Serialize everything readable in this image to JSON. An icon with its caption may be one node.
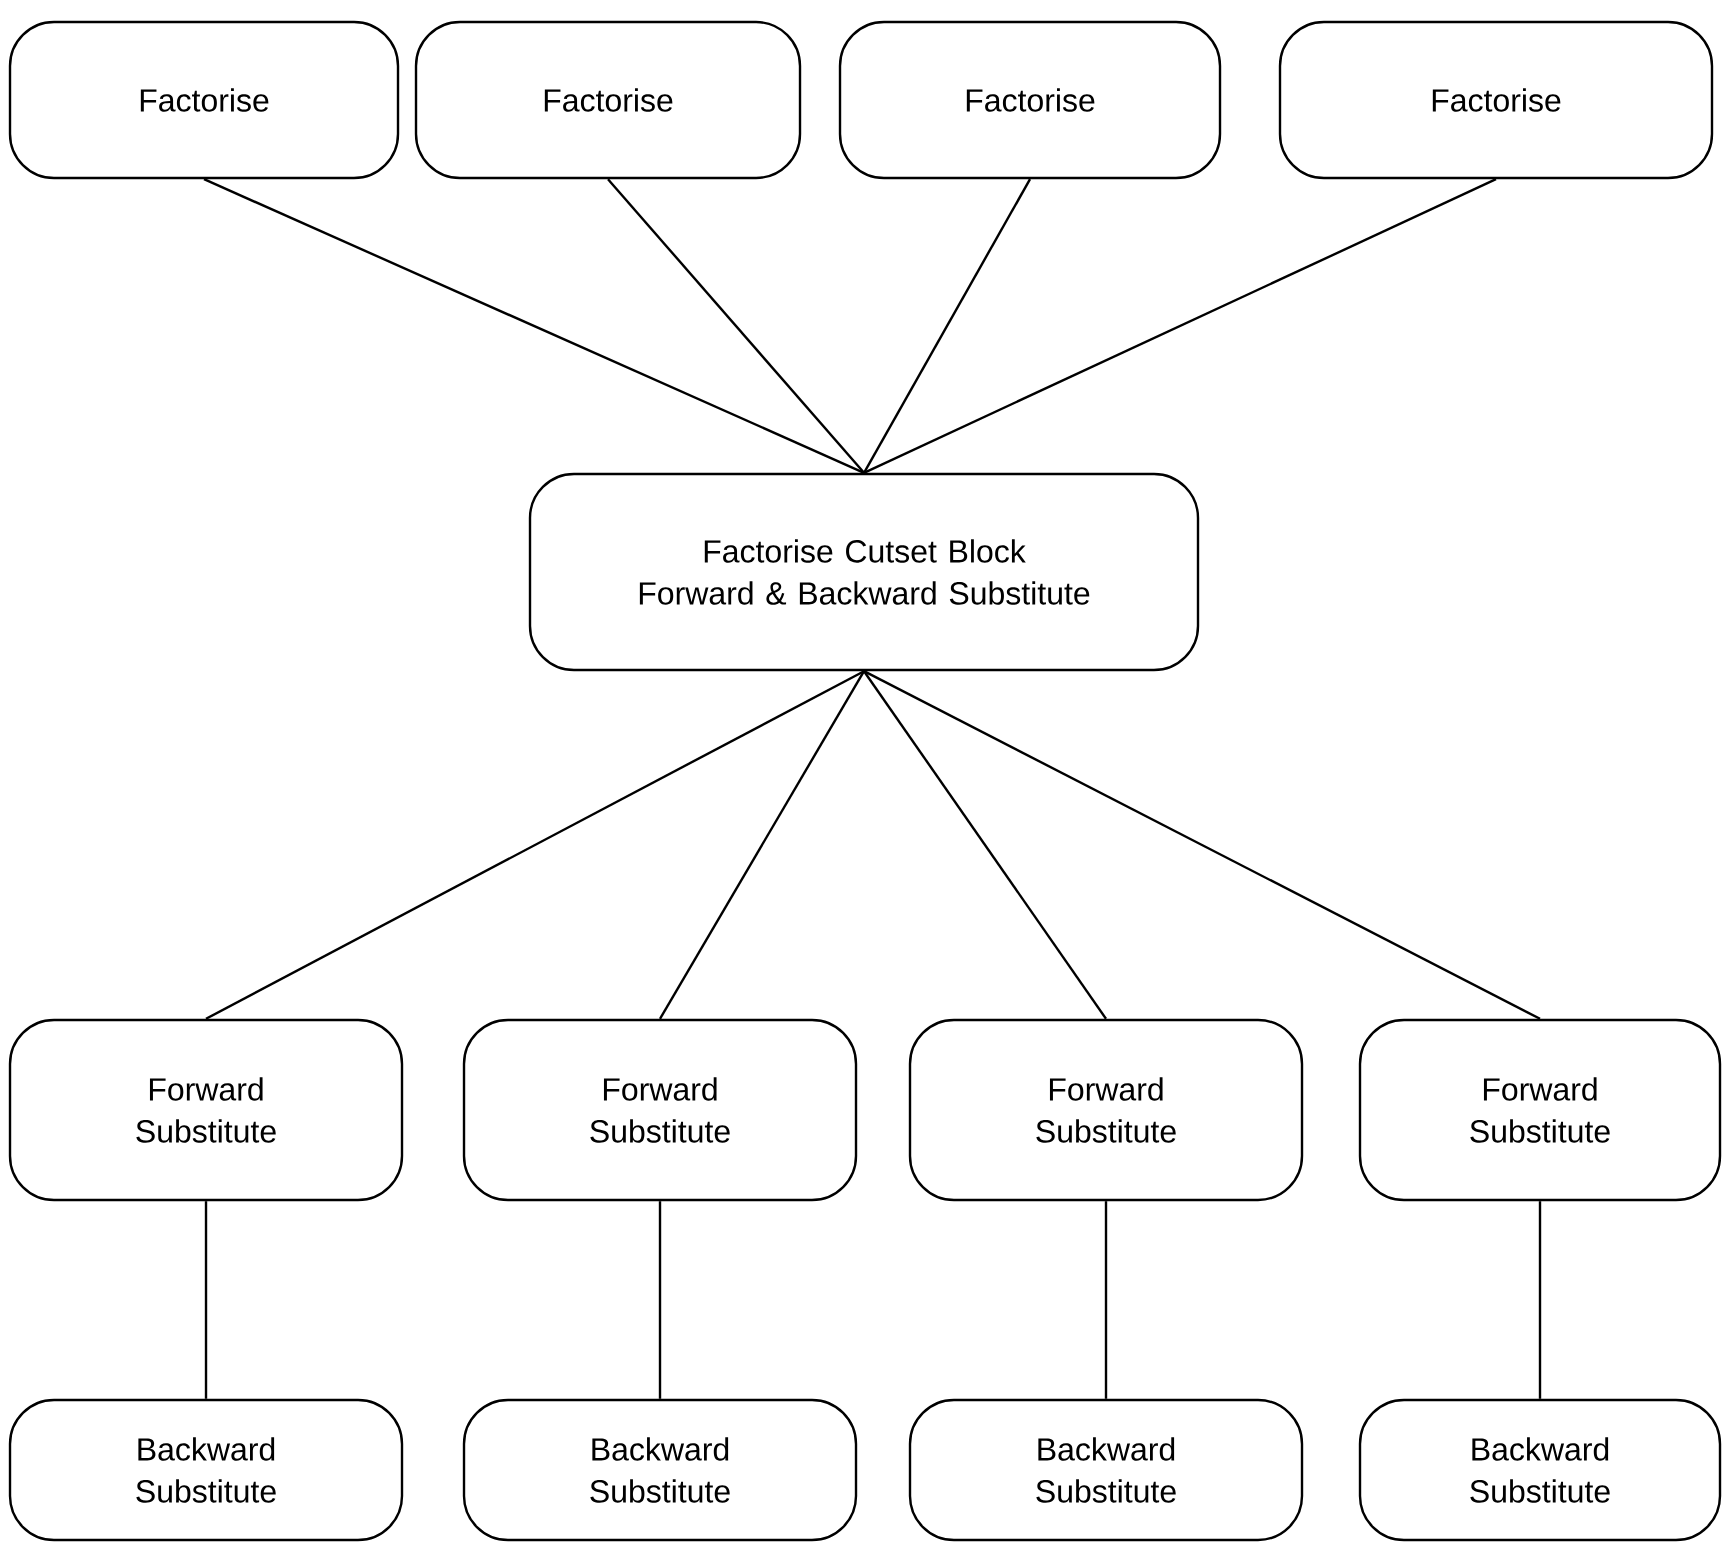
{
  "diagram": {
    "nodes": [
      {
        "text": [
          "Factorise"
        ]
      },
      {
        "text": [
          "Factorise"
        ]
      },
      {
        "text": [
          "Factorise"
        ]
      },
      {
        "text": [
          "Factorise"
        ]
      },
      {
        "text": [
          "Factorise Cutset Block",
          "Forward & Backward Substitute"
        ]
      },
      {
        "text": [
          "Forward Substitute"
        ]
      },
      {
        "text": [
          "Forward Substitute"
        ]
      },
      {
        "text": [
          "Forward Substitute"
        ]
      },
      {
        "text": [
          "Forward Substitute"
        ]
      },
      {
        "text": [
          "Backward Substitute"
        ]
      },
      {
        "text": [
          "Backward Substitute"
        ]
      },
      {
        "text": [
          "Backward Substitute"
        ]
      },
      {
        "text": [
          "Backward Substitute"
        ]
      }
    ],
    "edges": [
      {
        "from": 0,
        "to": 4,
        "arrow": "none"
      },
      {
        "from": 1,
        "to": 4,
        "arrow": "none"
      },
      {
        "from": 2,
        "to": 4,
        "arrow": "none"
      },
      {
        "from": 3,
        "to": 4,
        "arrow": "none"
      },
      {
        "from": 4,
        "to": 5,
        "arrow": "none"
      },
      {
        "from": 4,
        "to": 6,
        "arrow": "none"
      },
      {
        "from": 4,
        "to": 7,
        "arrow": "none"
      },
      {
        "from": 4,
        "to": 8,
        "arrow": "none"
      },
      {
        "from": 5,
        "to": 9,
        "arrow": "none"
      },
      {
        "from": 6,
        "to": 10,
        "arrow": "none"
      },
      {
        "from": 7,
        "to": 11,
        "arrow": "none"
      },
      {
        "from": 8,
        "to": 12,
        "arrow": "none"
      }
    ]
  }
}
